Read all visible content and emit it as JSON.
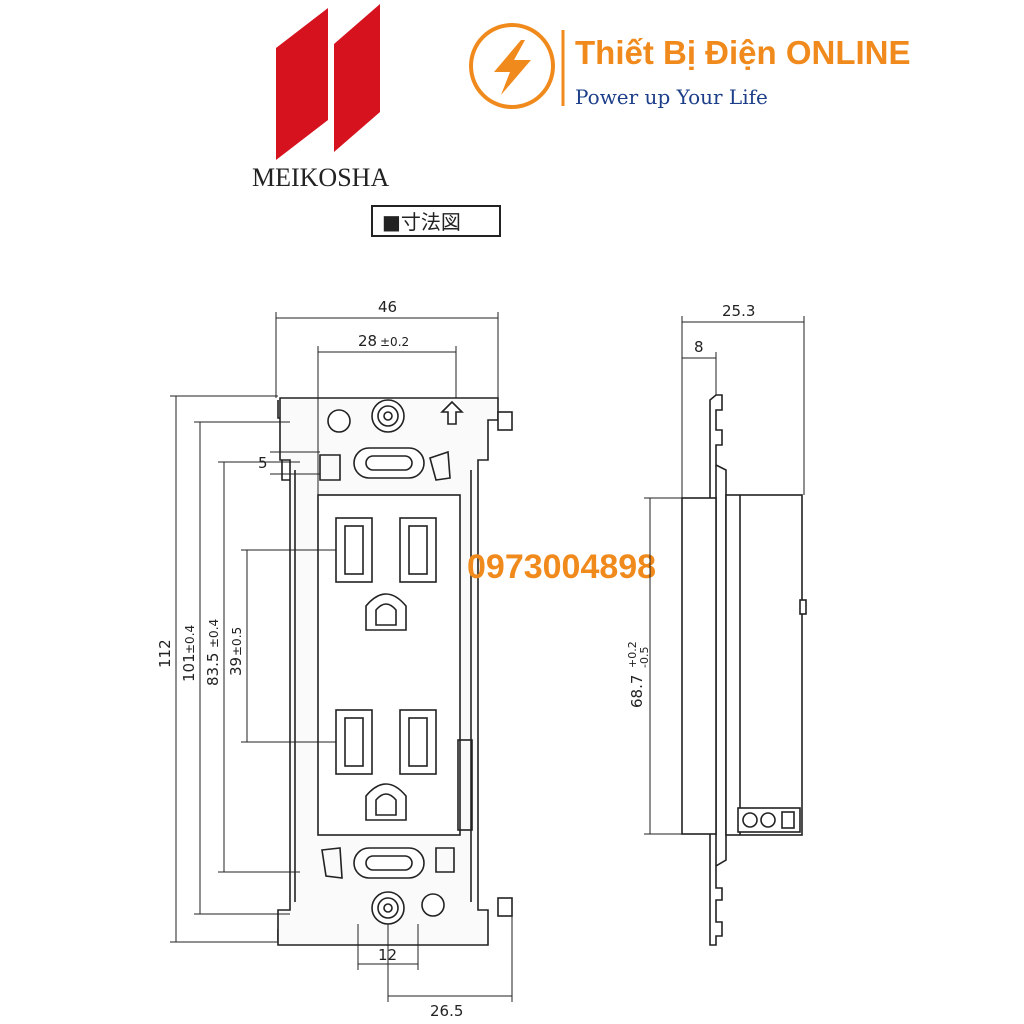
{
  "logo_left": {
    "name": "MEIKOSHA"
  },
  "logo_right": {
    "title": "Thiết Bị Điện ONLINE",
    "slogan": "Power up Your Life"
  },
  "section_title": "■寸法図",
  "phone": "0973004898",
  "front_view": {
    "dim_width_total": "46",
    "dim_width_inner": "28",
    "dim_width_inner_tol": "±0.2",
    "dim_height_total": "112",
    "dim_h101": "101",
    "dim_h101_tol": "±0.4",
    "dim_h835": "83.5",
    "dim_h835_tol": "±0.4",
    "dim_h39": "39",
    "dim_h39_tol": "±0.5",
    "dim_offset_5": "5",
    "dim_bottom_12": "12",
    "dim_bottom_265": "26.5"
  },
  "side_view": {
    "dim_depth_total": "25.3",
    "dim_depth_plate": "8",
    "dim_height_body": "68.7",
    "dim_height_tol_plus": "+0.2",
    "dim_height_tol_minus": "-0.5"
  },
  "colors": {
    "brand_red": "#d6121f",
    "accent_orange": "#f18a1c",
    "line": "#222222"
  }
}
